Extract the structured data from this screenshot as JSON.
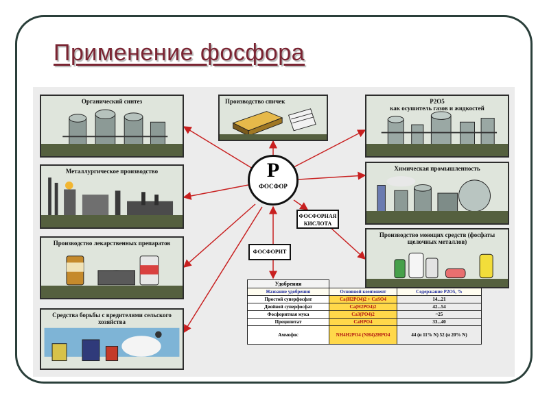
{
  "title": "Применение фосфора",
  "center": {
    "symbol": "P",
    "name": "ФОСФОР"
  },
  "tags": {
    "acid": "ФОСФОРНАЯ КИСЛОТА",
    "ore": "ФОСФОРИТ"
  },
  "boxes": {
    "organic": "Органический синтез",
    "metallurgy": "Металлургическое производство",
    "medicine": "Производство лекарственных препаратов",
    "pests": "Средства борьбы с вредителями сельского хозяйства",
    "matches": "Производство спичек",
    "p2o5_formula": "P2O5",
    "p2o5_desc": "как осушитель газов и жидкостей",
    "chemical": "Химическая промышленность",
    "detergents": "Производство моющих средств (фосфаты щелочных металлов)"
  },
  "fertilizer": {
    "title": "Удобрения",
    "headers": [
      "Название удобрения",
      "Основной компонент",
      "Содержание P2O5, %"
    ],
    "rows": [
      [
        "Простой суперфосфат",
        "Ca(H2PO4)2 + CaSO4",
        "14...21"
      ],
      [
        "Двойной суперфосфат",
        "Ca(H2PO4)2",
        "42...54"
      ],
      [
        "Фосфоритная мука",
        "Ca3(PO4)2",
        "~25"
      ],
      [
        "Преципитат",
        "CaHPO4",
        "33...40"
      ],
      [
        "Аммофос",
        "NH4H2PO4 (NH4)2HPO4",
        "44 (и 11% N) 52 (и 20% N)"
      ]
    ]
  }
}
